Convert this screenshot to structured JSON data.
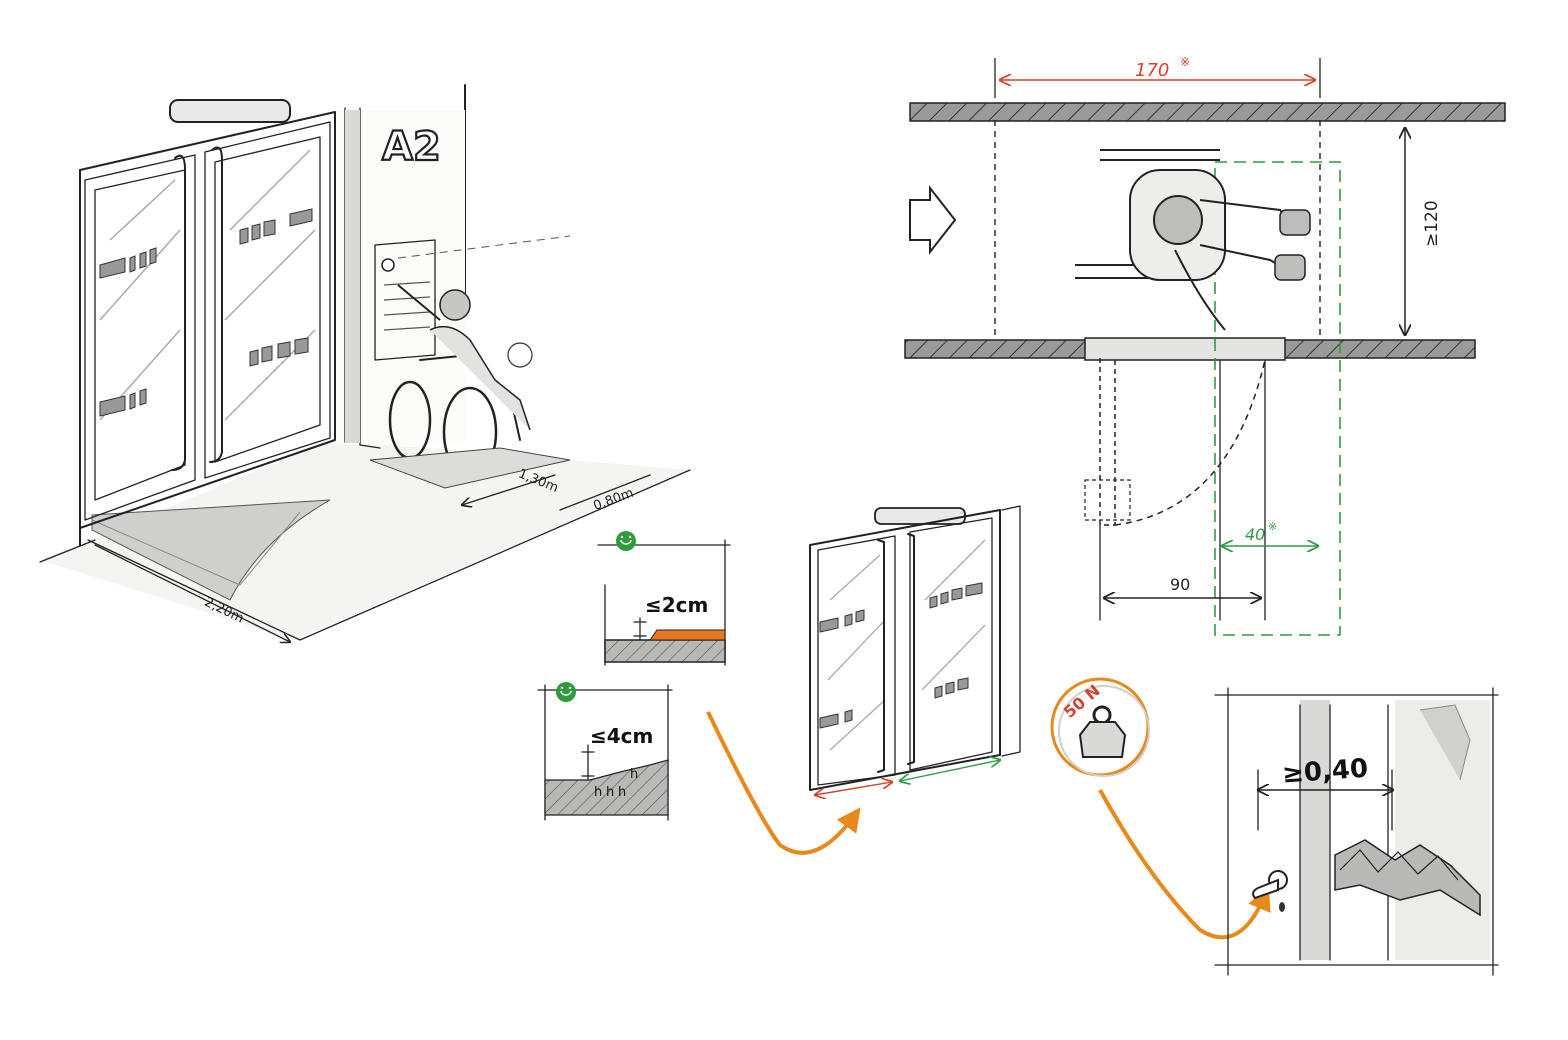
{
  "colors": {
    "accent_orange": "#e8891c",
    "accent_red": "#d6412f",
    "accent_green": "#2f9a46",
    "ink": "#222222",
    "smiley": "#2e9b3c"
  },
  "perspective": {
    "room_sign": "A2",
    "dim_depth": "1,30m",
    "dim_width": "0,80m",
    "dim_sweep": "2,20m"
  },
  "threshold_small": {
    "label": "≤2cm"
  },
  "threshold_large": {
    "label": "≤4cm",
    "step_letter": "h"
  },
  "plan": {
    "dim_clear_width": "170",
    "dim_clear_width_mark": "※",
    "dim_corridor": "≥120",
    "dim_side_space": "40",
    "dim_side_space_mark": "※",
    "dim_door_width": "90"
  },
  "force": {
    "label": "50 N"
  },
  "handle_detail": {
    "dim_clearance": "≥0,40"
  }
}
